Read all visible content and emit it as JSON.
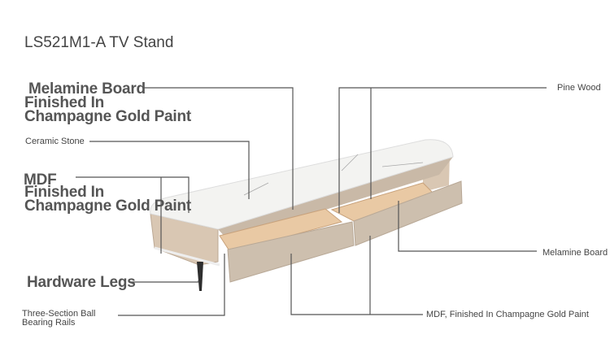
{
  "title": "LS521M1-A TV Stand",
  "labels": {
    "melamine_top": [
      "Melamine Board",
      "Finished In",
      "Champagne Gold Paint"
    ],
    "ceramic": "Ceramic Stone",
    "mdf_left": [
      "MDF",
      "Finished In",
      "Champagne Gold Paint"
    ],
    "legs": "Hardware Legs",
    "rails": [
      "Three-Section Ball",
      "Bearing Rails"
    ],
    "pine": "Pine Wood",
    "melamine_right": "Melamine Board",
    "mdf_bottom": "MDF, Finished In Champagne Gold Paint"
  },
  "colors": {
    "line": "#555555",
    "marble": "#f3f3f1",
    "body": "#d6c8b8",
    "drawer_front": "#cdbfae",
    "wood": "#e9c9a4",
    "leg": "#2e2e2e"
  }
}
